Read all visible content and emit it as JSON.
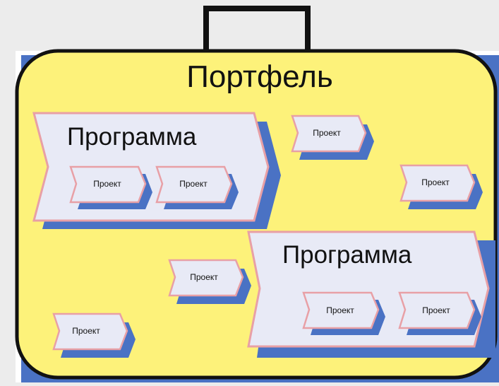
{
  "diagram": {
    "title": "Портфель",
    "programs": [
      {
        "label": "Программа",
        "projects": [
          {
            "label": "Проект"
          },
          {
            "label": "Проект"
          }
        ]
      },
      {
        "label": "Программа",
        "projects": [
          {
            "label": "Проект"
          },
          {
            "label": "Проект"
          }
        ]
      }
    ],
    "standalone_projects": [
      {
        "label": "Проект"
      },
      {
        "label": "Проект"
      },
      {
        "label": "Проект"
      },
      {
        "label": "Проект"
      }
    ]
  },
  "colors": {
    "page_background": "#ececec",
    "backdrop_blue": "#4a72c4",
    "portfolio_fill": "#fdf27a",
    "chevron_fill": "#e8eaf6",
    "chevron_outline": "#e8a0a6",
    "shadow_blue": "#4a72c4",
    "text": "#111111"
  }
}
